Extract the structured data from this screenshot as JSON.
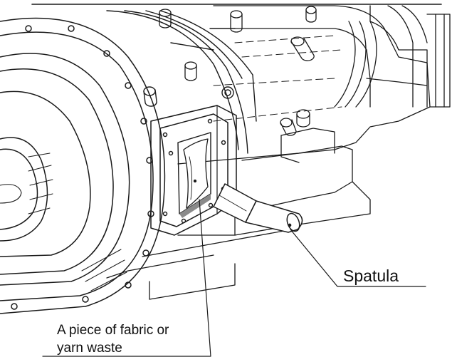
{
  "callouts": {
    "spatula": "Spatula",
    "fabric_line1": "A piece of fabric or",
    "fabric_line2": "yarn waste"
  },
  "colors": {
    "ink": "#1a1a1a",
    "paper": "#ffffff",
    "shadow": "#8a8a8a"
  }
}
